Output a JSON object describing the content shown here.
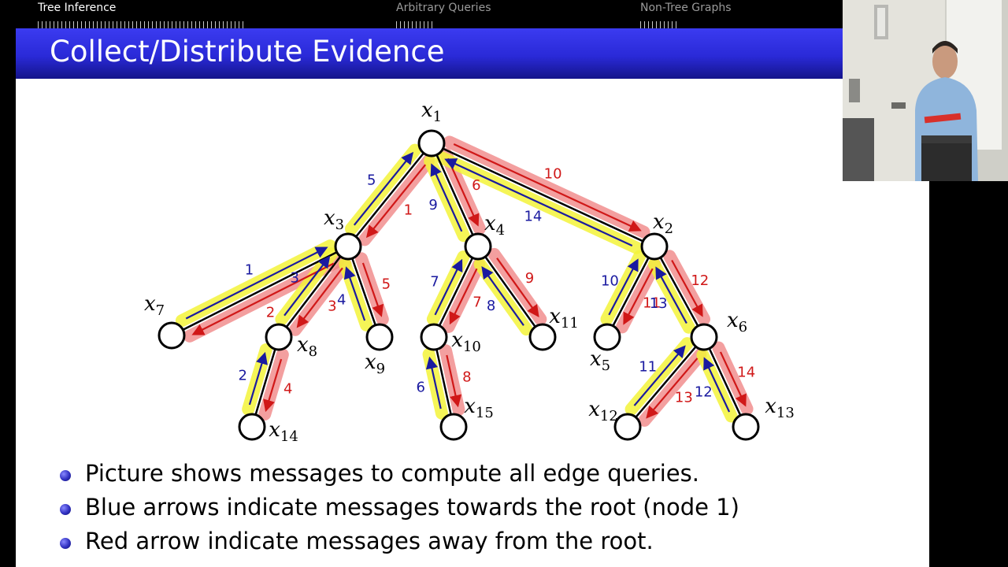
{
  "nav": {
    "items": [
      "Tree Inference",
      "Arbitrary Queries",
      "Non-Tree Graphs"
    ]
  },
  "title": "Collect/Distribute Evidence",
  "diagram": {
    "nodes": [
      {
        "id": "1",
        "base": "x",
        "sub": "1"
      },
      {
        "id": "2",
        "base": "x",
        "sub": "2"
      },
      {
        "id": "3",
        "base": "x",
        "sub": "3"
      },
      {
        "id": "4",
        "base": "x",
        "sub": "4"
      },
      {
        "id": "5",
        "base": "x",
        "sub": "5"
      },
      {
        "id": "6",
        "base": "x",
        "sub": "6"
      },
      {
        "id": "7",
        "base": "x",
        "sub": "7"
      },
      {
        "id": "8",
        "base": "x",
        "sub": "8"
      },
      {
        "id": "9",
        "base": "x",
        "sub": "9"
      },
      {
        "id": "10",
        "base": "x",
        "sub": "10"
      },
      {
        "id": "11",
        "base": "x",
        "sub": "11"
      },
      {
        "id": "12",
        "base": "x",
        "sub": "12"
      },
      {
        "id": "13",
        "base": "x",
        "sub": "13"
      },
      {
        "id": "14",
        "base": "x",
        "sub": "14"
      },
      {
        "id": "15",
        "base": "x",
        "sub": "15"
      }
    ],
    "edges": [
      {
        "from": "1",
        "to": "3",
        "up": "5",
        "down": "1"
      },
      {
        "from": "1",
        "to": "4",
        "up": "9",
        "down": "6"
      },
      {
        "from": "1",
        "to": "2",
        "up": "14",
        "down": "10"
      },
      {
        "from": "3",
        "to": "7",
        "up": "1",
        "down": "2"
      },
      {
        "from": "3",
        "to": "8",
        "up": "3",
        "down": "3"
      },
      {
        "from": "3",
        "to": "9",
        "up": "4",
        "down": "5"
      },
      {
        "from": "8",
        "to": "14",
        "up": "2",
        "down": "4"
      },
      {
        "from": "4",
        "to": "10",
        "up": "7",
        "down": "7"
      },
      {
        "from": "4",
        "to": "11",
        "up": "8",
        "down": "9"
      },
      {
        "from": "10",
        "to": "15",
        "up": "6",
        "down": "8"
      },
      {
        "from": "2",
        "to": "5",
        "up": "10",
        "down": "11"
      },
      {
        "from": "2",
        "to": "6",
        "up": "13",
        "down": "12"
      },
      {
        "from": "6",
        "to": "12",
        "up": "11",
        "down": "13"
      },
      {
        "from": "6",
        "to": "13",
        "up": "12",
        "down": "14"
      }
    ],
    "colors": {
      "up": "#1a1aa0",
      "down": "#d01818",
      "highlight_up": "#f4f43a",
      "highlight_down": "#f08080"
    }
  },
  "bullets": [
    "Picture shows messages to compute all edge queries.",
    "Blue arrows indicate messages towards the root (node 1)",
    "Red arrow indicate messages away from the root."
  ]
}
